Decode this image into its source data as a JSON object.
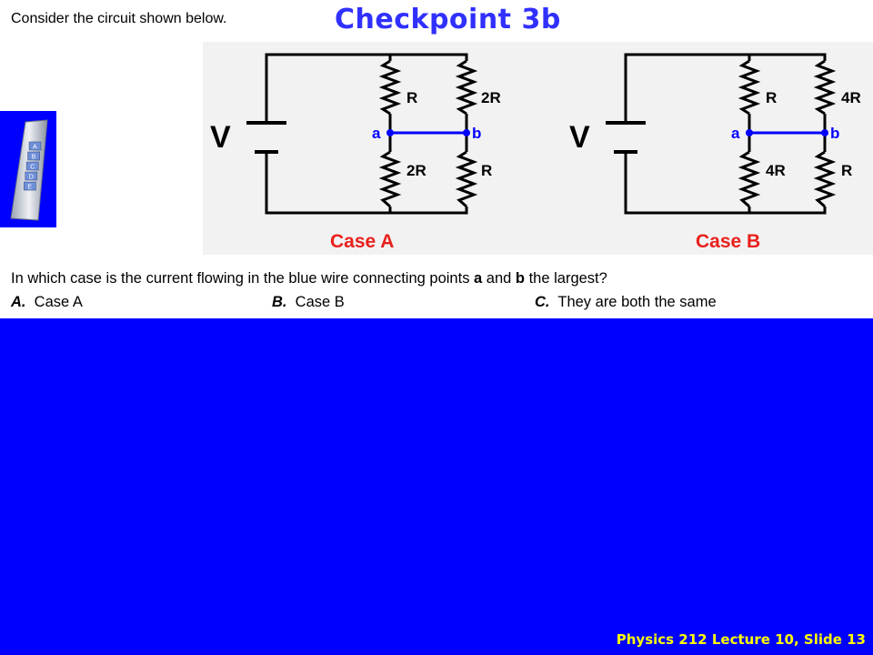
{
  "slide": {
    "intro": "Consider the circuit shown below.",
    "title": "Checkpoint 3b",
    "footer": "Physics 212  Lecture 10, Slide  13"
  },
  "clicker": {
    "keys": [
      "A",
      "B",
      "C",
      "D",
      "E"
    ]
  },
  "circuits": {
    "case_a": {
      "caption": "Case A",
      "source": "V",
      "top_left": "R",
      "top_right": "2R",
      "bottom_left": "2R",
      "bottom_right": "R",
      "node_left": "a",
      "node_right": "b"
    },
    "case_b": {
      "caption": "Case B",
      "source": "V",
      "top_left": "R",
      "top_right": "4R",
      "bottom_left": "4R",
      "bottom_right": "R",
      "node_left": "a",
      "node_right": "b"
    },
    "colors": {
      "wire": "#000000",
      "bridge": "#0000ff",
      "caption": "#e8201c"
    }
  },
  "question": {
    "pre": "In which case is the current flowing in the blue wire connecting points ",
    "a": "a",
    "mid": " and ",
    "b": "b",
    "post": " the largest?",
    "options": [
      {
        "letter": "A.",
        "text": "Case A"
      },
      {
        "letter": "B.",
        "text": "Case B"
      },
      {
        "letter": "C.",
        "text": "They are both the same"
      }
    ]
  }
}
